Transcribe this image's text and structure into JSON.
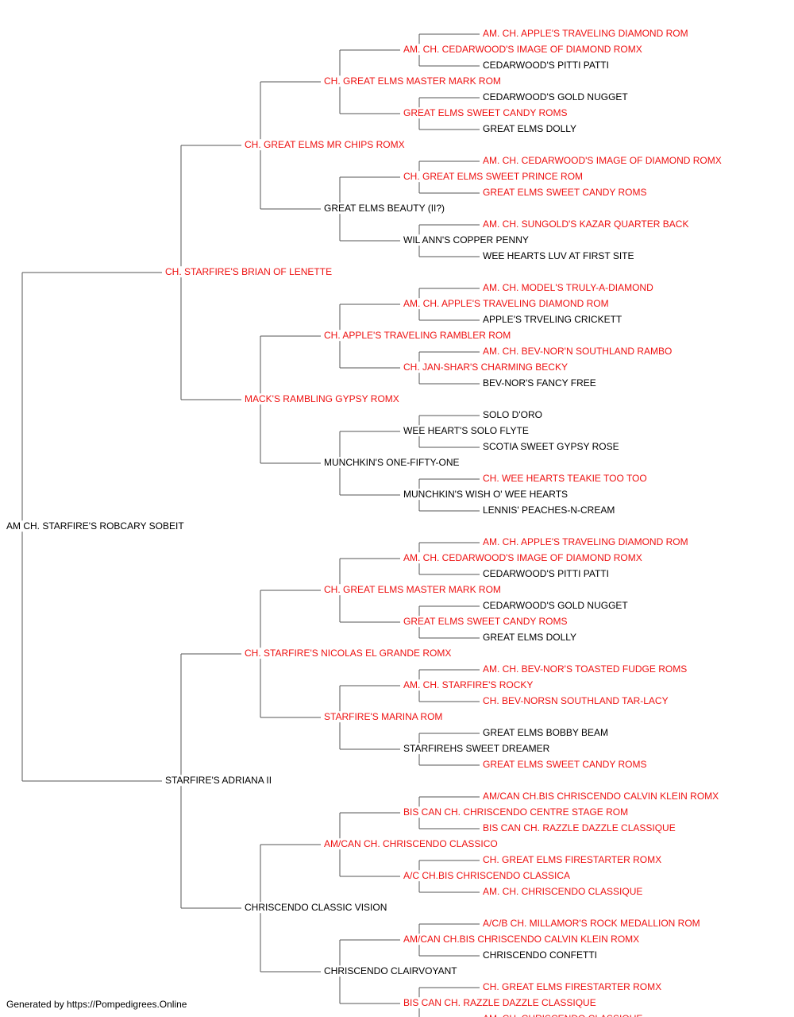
{
  "colors": {
    "champion": "#ee1111",
    "normal": "#000000",
    "line": "#555555"
  },
  "footer": "Generated by https://Pompedigrees.Online",
  "pedigree": {
    "name": "AM CH. STARFIRE'S ROBCARY SOBEIT",
    "champion": false,
    "sire": {
      "name": "CH. STARFIRE'S BRIAN OF LENETTE",
      "champion": true,
      "sire": {
        "name": "CH. GREAT ELMS MR CHIPS ROMX",
        "champion": true,
        "sire": {
          "name": "CH. GREAT ELMS MASTER MARK ROM",
          "champion": true,
          "sire": {
            "name": "AM. CH. CEDARWOOD'S IMAGE OF DIAMOND ROMX",
            "champion": true,
            "sire": {
              "name": "AM. CH. APPLE'S TRAVELING DIAMOND ROM",
              "champion": true
            },
            "dam": {
              "name": "CEDARWOOD'S PITTI PATTI",
              "champion": false
            }
          },
          "dam": {
            "name": "GREAT ELMS SWEET CANDY ROMS",
            "champion": true,
            "sire": {
              "name": "CEDARWOOD'S GOLD NUGGET",
              "champion": false
            },
            "dam": {
              "name": "GREAT ELMS DOLLY",
              "champion": false
            }
          }
        },
        "dam": {
          "name": "GREAT ELMS BEAUTY (II?)",
          "champion": false,
          "sire": {
            "name": "CH. GREAT ELMS SWEET PRINCE ROM",
            "champion": true,
            "sire": {
              "name": "AM. CH. CEDARWOOD'S IMAGE OF DIAMOND ROMX",
              "champion": true
            },
            "dam": {
              "name": "GREAT ELMS SWEET CANDY ROMS",
              "champion": true
            }
          },
          "dam": {
            "name": "WIL ANN'S COPPER PENNY",
            "champion": false,
            "sire": {
              "name": "AM. CH. SUNGOLD'S KAZAR QUARTER BACK",
              "champion": true
            },
            "dam": {
              "name": "WEE HEARTS LUV AT FIRST SITE",
              "champion": false
            }
          }
        }
      },
      "dam": {
        "name": "MACK'S RAMBLING GYPSY ROMX",
        "champion": true,
        "sire": {
          "name": "CH. APPLE'S TRAVELING RAMBLER ROM",
          "champion": true,
          "sire": {
            "name": "AM. CH. APPLE'S TRAVELING DIAMOND ROM",
            "champion": true,
            "sire": {
              "name": "AM. CH. MODEL'S TRULY-A-DIAMOND",
              "champion": true
            },
            "dam": {
              "name": "APPLE'S TRVELING CRICKETT",
              "champion": false
            }
          },
          "dam": {
            "name": "CH. JAN-SHAR'S CHARMING BECKY",
            "champion": true,
            "sire": {
              "name": "AM. CH. BEV-NOR'N SOUTHLAND RAMBO",
              "champion": true
            },
            "dam": {
              "name": "BEV-NOR'S FANCY FREE",
              "champion": false
            }
          }
        },
        "dam": {
          "name": "MUNCHKIN'S ONE-FIFTY-ONE",
          "champion": false,
          "sire": {
            "name": "WEE HEART'S SOLO FLYTE",
            "champion": false,
            "sire": {
              "name": "SOLO D'ORO",
              "champion": false
            },
            "dam": {
              "name": "SCOTIA SWEET GYPSY ROSE",
              "champion": false
            }
          },
          "dam": {
            "name": "MUNCHKIN'S WISH O' WEE HEARTS",
            "champion": false,
            "sire": {
              "name": "CH. WEE HEARTS TEAKIE TOO TOO",
              "champion": true
            },
            "dam": {
              "name": "LENNIS' PEACHES-N-CREAM",
              "champion": false
            }
          }
        }
      }
    },
    "dam": {
      "name": "STARFIRE'S ADRIANA II",
      "champion": false,
      "sire": {
        "name": "CH. STARFIRE'S NICOLAS EL GRANDE ROMX",
        "champion": true,
        "sire": {
          "name": "CH. GREAT ELMS MASTER MARK ROM",
          "champion": true,
          "sire": {
            "name": "AM. CH. CEDARWOOD'S IMAGE OF DIAMOND ROMX",
            "champion": true,
            "sire": {
              "name": "AM. CH. APPLE'S TRAVELING DIAMOND ROM",
              "champion": true
            },
            "dam": {
              "name": "CEDARWOOD'S PITTI PATTI",
              "champion": false
            }
          },
          "dam": {
            "name": "GREAT ELMS SWEET CANDY ROMS",
            "champion": true,
            "sire": {
              "name": "CEDARWOOD'S GOLD NUGGET",
              "champion": false
            },
            "dam": {
              "name": "GREAT ELMS DOLLY",
              "champion": false
            }
          }
        },
        "dam": {
          "name": "STARFIRE'S MARINA ROM",
          "champion": true,
          "sire": {
            "name": "AM. CH. STARFIRE'S ROCKY",
            "champion": true,
            "sire": {
              "name": "AM. CH. BEV-NOR'S TOASTED FUDGE ROMS",
              "champion": true
            },
            "dam": {
              "name": "CH. BEV-NORSN SOUTHLAND TAR-LACY",
              "champion": true
            }
          },
          "dam": {
            "name": "STARFIREHS SWEET DREAMER",
            "champion": false,
            "sire": {
              "name": "GREAT ELMS BOBBY BEAM",
              "champion": false
            },
            "dam": {
              "name": "GREAT ELMS SWEET CANDY ROMS",
              "champion": true
            }
          }
        }
      },
      "dam": {
        "name": "CHRISCENDO CLASSIC VISION",
        "champion": false,
        "sire": {
          "name": "AM/CAN CH. CHRISCENDO CLASSICO",
          "champion": true,
          "sire": {
            "name": "BIS CAN CH. CHRISCENDO CENTRE STAGE ROM",
            "champion": true,
            "sire": {
              "name": "AM/CAN CH.BIS CHRISCENDO CALVIN KLEIN ROMX",
              "champion": true
            },
            "dam": {
              "name": "BIS CAN CH. RAZZLE DAZZLE CLASSIQUE",
              "champion": true
            }
          },
          "dam": {
            "name": "A/C CH.BIS CHRISCENDO CLASSICA",
            "champion": true,
            "sire": {
              "name": "CH. GREAT ELMS FIRESTARTER ROMX",
              "champion": true
            },
            "dam": {
              "name": "AM. CH. CHRISCENDO CLASSIQUE",
              "champion": true
            }
          }
        },
        "dam": {
          "name": "CHRISCENDO CLAIRVOYANT",
          "champion": false,
          "sire": {
            "name": "AM/CAN CH.BIS CHRISCENDO CALVIN KLEIN ROMX",
            "champion": true,
            "sire": {
              "name": "A/C/B CH. MILLAMOR'S ROCK MEDALLION ROM",
              "champion": true
            },
            "dam": {
              "name": "CHRISCENDO CONFETTI",
              "champion": false
            }
          },
          "dam": {
            "name": "BIS CAN CH. RAZZLE DAZZLE CLASSIQUE",
            "champion": true,
            "sire": {
              "name": "CH. GREAT ELMS FIRESTARTER ROMX",
              "champion": true
            },
            "dam": {
              "name": "AM. CH. CHRISCENDO CLASSIQUE",
              "champion": true
            }
          }
        }
      }
    }
  }
}
